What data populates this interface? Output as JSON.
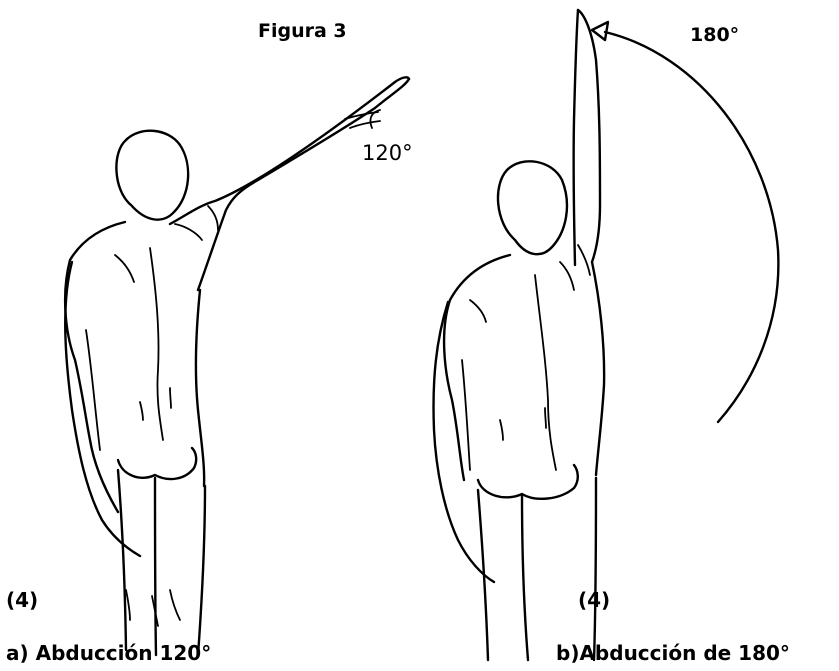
{
  "title": "Figura 3",
  "panel_a": {
    "angle_label": "120°",
    "ref": "(4)",
    "caption": "a) Abducción 120°"
  },
  "panel_b": {
    "angle_label": "180°",
    "ref": "(4)",
    "caption": "b)Abducción de 180°"
  }
}
